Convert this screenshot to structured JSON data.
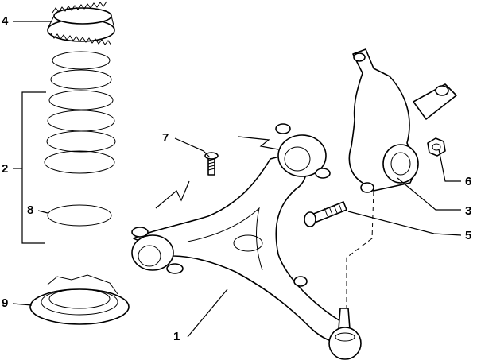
{
  "callouts": [
    {
      "id": "c1",
      "number": "1"
    },
    {
      "id": "c2",
      "number": "2"
    },
    {
      "id": "c3",
      "number": "3"
    },
    {
      "id": "c4",
      "number": "4"
    },
    {
      "id": "c5",
      "number": "5"
    },
    {
      "id": "c6",
      "number": "6"
    },
    {
      "id": "c7",
      "number": "7"
    },
    {
      "id": "c8",
      "number": "8"
    },
    {
      "id": "c9",
      "number": "9"
    }
  ],
  "colors": {
    "ink": "#000000",
    "paper": "#ffffff"
  }
}
